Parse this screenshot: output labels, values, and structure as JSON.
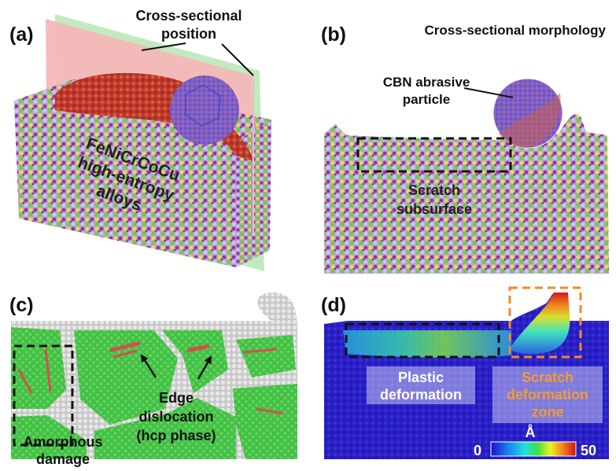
{
  "panels": {
    "a": {
      "label": "(a)",
      "callout": [
        "Cross-sectional",
        "position"
      ],
      "material": [
        "FeNiCrCoCu",
        "high-entropy",
        "alloys"
      ]
    },
    "b": {
      "label": "(b)",
      "title": "Cross-sectional morphology",
      "particle": [
        "CBN abrasive",
        "particle"
      ],
      "region": [
        "Scratch",
        "subsurface"
      ]
    },
    "c": {
      "label": "(c)",
      "defect": [
        "Edge",
        "dislocation",
        "(hcp phase)"
      ],
      "damage": [
        "Amorphous",
        "damage"
      ]
    },
    "d": {
      "label": "(d)",
      "plastic": [
        "Plastic",
        "deformation"
      ],
      "scratch": [
        "Scratch",
        "deformation",
        "zone"
      ],
      "unit": "Å",
      "scale_min": "0",
      "scale_max": "50"
    }
  },
  "colors": {
    "atom_fe": "#e6e23a",
    "atom_ni": "#9a2bb8",
    "atom_cr": "#69cf3a",
    "atom_co": "#c9c9e8",
    "atom_cu": "#c83030",
    "fcc": "#4ec94e",
    "hcp": "#d4504c",
    "other": "#d9d9d9",
    "plane_red": "#f4b8b8",
    "plane_green": "#b9e9b9",
    "particle": "#7d5fd1",
    "deform_low": "#2a1fc8",
    "box_black": "#111111",
    "box_orange": "#f08a24",
    "text_orange": "#f29b38"
  }
}
